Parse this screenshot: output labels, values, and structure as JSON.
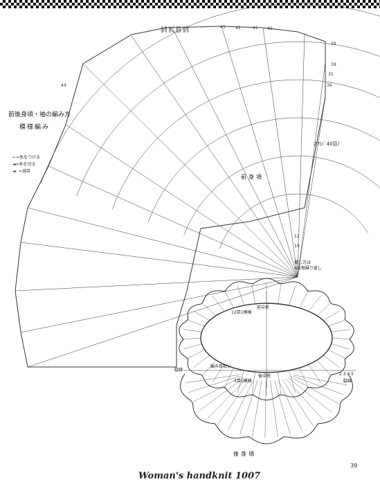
{
  "header": {
    "logo": "ИKBИ"
  },
  "diagram_title": {
    "line1": "前後身頃・袖の編み方",
    "line2": "模様編み"
  },
  "legend": [
    {
      "label": "←=糸をつける"
    },
    {
      "label": "◄=糸を切る"
    },
    {
      "label": "◄- =減目"
    }
  ],
  "labels": {
    "front_body": "前身頃",
    "back_body": "後身頃",
    "row27": "27(ﾄﾞ40目)",
    "increase_note_1": "増し方は",
    "increase_note_2": "4段毎繰り返し",
    "front_center": "前中央",
    "rows12": "12目1模様",
    "side_seam": "脇線",
    "side_seam_right": "脇線",
    "pick_up": "編み目拾い",
    "center_back": "後中央",
    "rows5": "5目1模様",
    "row_count_right": "2 3  4  5",
    "row12": "12",
    "row10": "10",
    "top_numbers": [
      "45",
      "42",
      "41",
      "40",
      "39",
      "38",
      "36",
      "44",
      "35"
    ]
  },
  "footer": {
    "text": "Woman's handknit 1007",
    "page_number": "39"
  },
  "colors": {
    "ink": "#222222",
    "logo": "#999999",
    "paper": "#ffffff"
  }
}
